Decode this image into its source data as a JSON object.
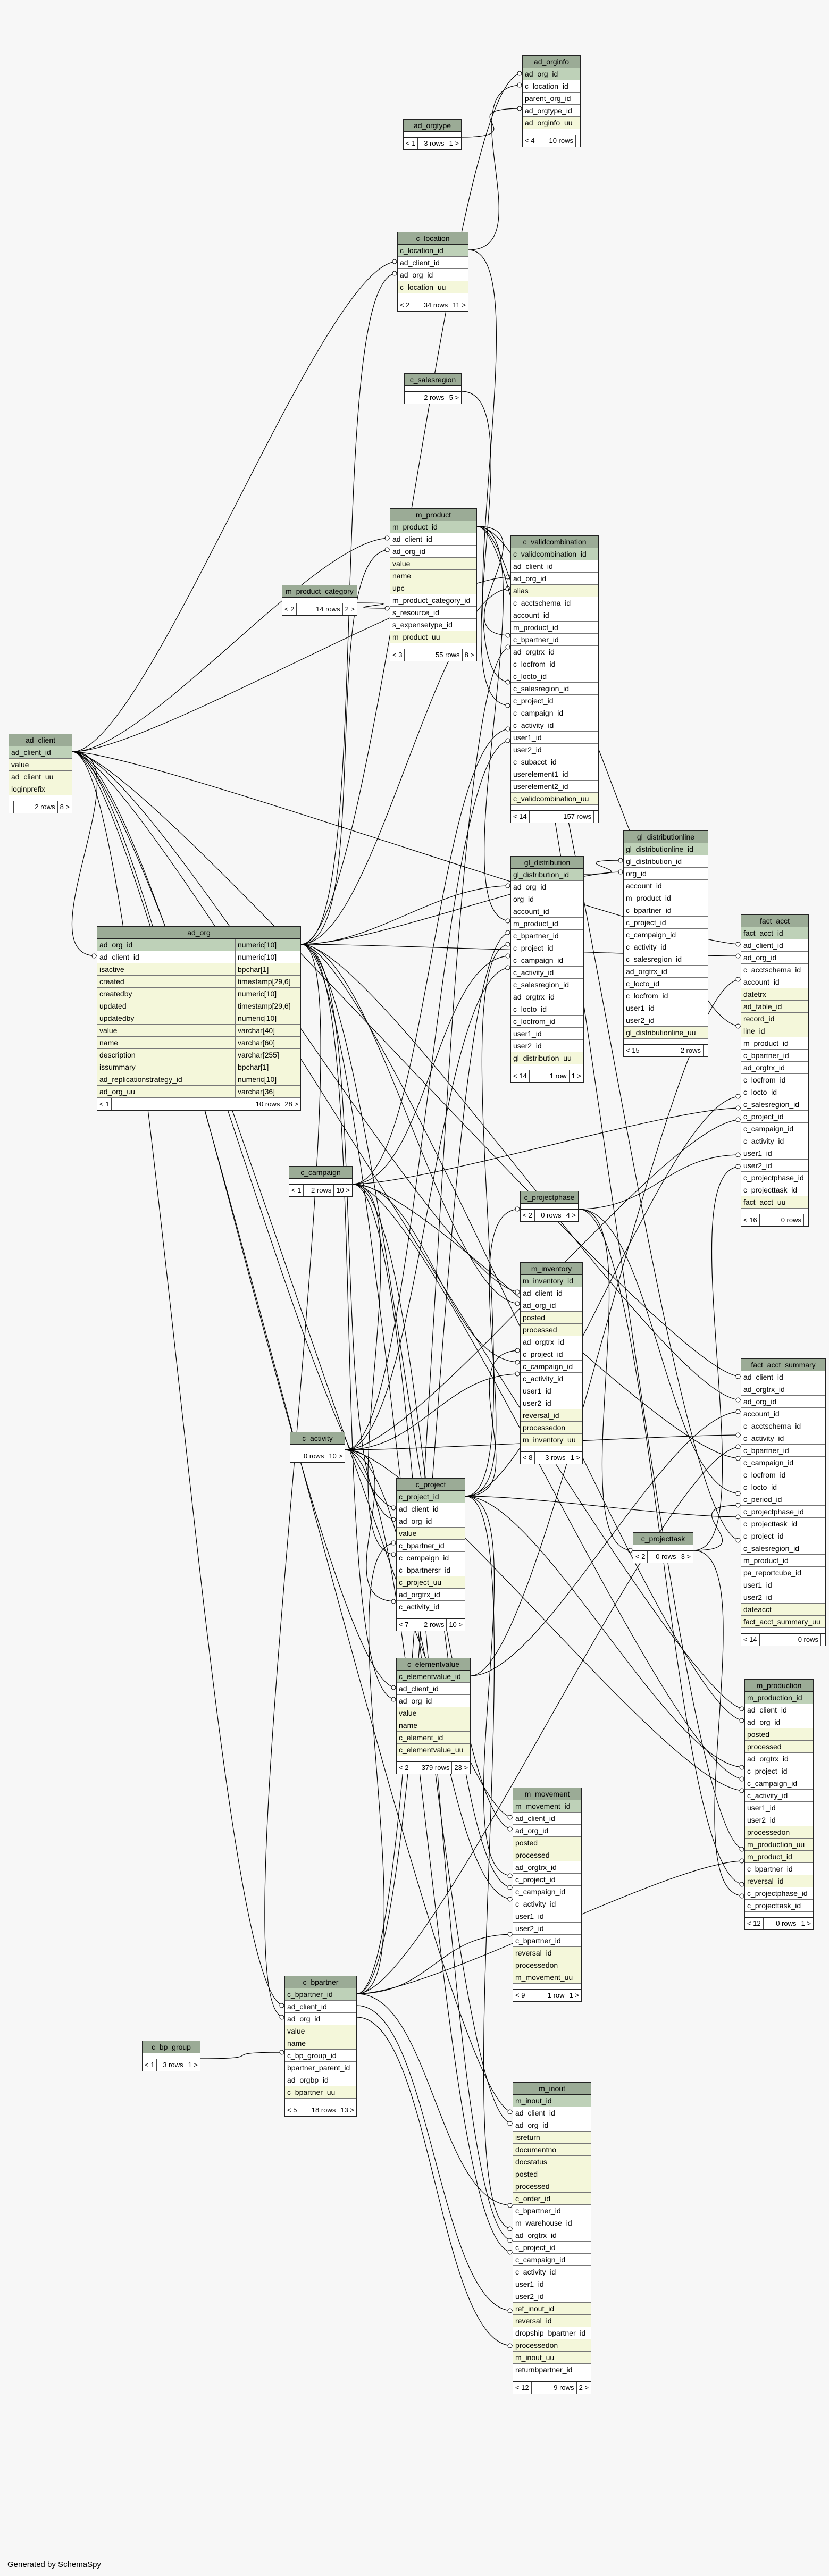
{
  "footer": "Generated by SchemaSpy",
  "tables": {
    "ad_orginfo": {
      "title": "ad_orginfo",
      "pk": [
        "ad_org_id"
      ],
      "fk": [
        "c_location_id",
        "parent_org_id",
        "ad_orgtype_id"
      ],
      "attr": [
        "ad_orginfo_uu"
      ],
      "footer": [
        "< 4",
        "10 rows",
        ""
      ]
    },
    "ad_orgtype": {
      "title": "ad_orgtype",
      "pk": [],
      "fk": [],
      "attr": [],
      "footer": [
        "< 1",
        "3 rows",
        "1 >"
      ]
    },
    "c_location": {
      "title": "c_location",
      "pk": [
        "c_location_id"
      ],
      "fk": [
        "ad_client_id",
        "ad_org_id"
      ],
      "attr": [
        "c_location_uu"
      ],
      "footer": [
        "< 2",
        "34 rows",
        "11 >"
      ]
    },
    "c_salesregion": {
      "title": "c_salesregion",
      "pk": [],
      "fk": [],
      "attr": [],
      "footer": [
        "",
        "2 rows",
        "5 >"
      ]
    },
    "m_product": {
      "title": "m_product",
      "pk": [
        "m_product_id"
      ],
      "fk": [
        "ad_client_id",
        "ad_org_id"
      ],
      "attr": [
        "value",
        "name",
        "upc"
      ],
      "fk2": [
        "m_product_category_id",
        "s_resource_id",
        "s_expensetype_id"
      ],
      "attr2": [
        "m_product_uu"
      ],
      "footer": [
        "< 3",
        "55 rows",
        "8 >"
      ]
    },
    "m_product_category": {
      "title": "m_product_category",
      "pk": [],
      "fk": [],
      "attr": [],
      "footer": [
        "< 2",
        "14 rows",
        "2 >"
      ]
    },
    "c_validcombination": {
      "title": "c_validcombination",
      "pk": [
        "c_validcombination_id"
      ],
      "fk": [
        "ad_client_id",
        "ad_org_id"
      ],
      "attr": [
        "alias"
      ],
      "fk2": [
        "c_acctschema_id",
        "account_id",
        "m_product_id",
        "c_bpartner_id",
        "ad_orgtrx_id",
        "c_locfrom_id",
        "c_locto_id",
        "c_salesregion_id",
        "c_project_id",
        "c_campaign_id",
        "c_activity_id",
        "user1_id",
        "user2_id",
        "c_subacct_id",
        "userelement1_id",
        "userelement2_id"
      ],
      "attr2": [
        "c_validcombination_uu"
      ],
      "footer": [
        "< 14",
        "157 rows",
        ""
      ]
    },
    "ad_client": {
      "title": "ad_client",
      "pk": [
        "ad_client_id"
      ],
      "fk": [],
      "attr": [
        "value",
        "ad_client_uu",
        "loginprefix"
      ],
      "footer": [
        "",
        "2 rows",
        "8 >"
      ]
    },
    "ad_org": {
      "title": "ad_org",
      "columns": [
        [
          "ad_org_id",
          "numeric[10]"
        ],
        [
          "ad_client_id",
          "numeric[10]"
        ],
        [
          "isactive",
          "bpchar[1]"
        ],
        [
          "created",
          "timestamp[29,6]"
        ],
        [
          "createdby",
          "numeric[10]"
        ],
        [
          "updated",
          "timestamp[29,6]"
        ],
        [
          "updatedby",
          "numeric[10]"
        ],
        [
          "value",
          "varchar[40]"
        ],
        [
          "name",
          "varchar[60]"
        ],
        [
          "description",
          "varchar[255]"
        ],
        [
          "issummary",
          "bpchar[1]"
        ],
        [
          "ad_replicationstrategy_id",
          "numeric[10]"
        ],
        [
          "ad_org_uu",
          "varchar[36]"
        ]
      ],
      "footer": [
        "< 1",
        "10 rows",
        "28 >"
      ]
    },
    "gl_distributionline": {
      "title": "gl_distributionline",
      "pk": [
        "gl_distributionline_id"
      ],
      "fk": [
        "gl_distribution_id",
        "org_id",
        "account_id",
        "m_product_id",
        "c_bpartner_id",
        "c_project_id",
        "c_campaign_id",
        "c_activity_id",
        "c_salesregion_id",
        "ad_orgtrx_id",
        "c_locto_id",
        "c_locfrom_id",
        "user1_id",
        "user2_id"
      ],
      "attr": [
        "gl_distributionline_uu"
      ],
      "footer": [
        "< 15",
        "2 rows",
        ""
      ]
    },
    "gl_distribution": {
      "title": "gl_distribution",
      "pk": [
        "gl_distribution_id"
      ],
      "fk": [
        "ad_org_id",
        "org_id",
        "account_id",
        "m_product_id",
        "c_bpartner_id",
        "c_project_id",
        "c_campaign_id",
        "c_activity_id",
        "c_salesregion_id",
        "ad_orgtrx_id",
        "c_locto_id",
        "c_locfrom_id",
        "user1_id",
        "user2_id"
      ],
      "attr": [
        "gl_distribution_uu"
      ],
      "footer": [
        "< 14",
        "1 row",
        "1 >"
      ]
    },
    "fact_acct": {
      "title": "fact_acct",
      "pk": [
        "fact_acct_id"
      ],
      "fk": [
        "ad_client_id",
        "ad_org_id",
        "c_acctschema_id",
        "account_id"
      ],
      "attr": [
        "datetrx",
        "ad_table_id",
        "record_id",
        "line_id"
      ],
      "fk2": [
        "m_product_id",
        "c_bpartner_id",
        "ad_orgtrx_id",
        "c_locfrom_id",
        "c_locto_id",
        "c_salesregion_id",
        "c_project_id",
        "c_campaign_id",
        "c_activity_id",
        "user1_id",
        "user2_id",
        "c_projectphase_id",
        "c_projecttask_id"
      ],
      "attr2": [
        "fact_acct_uu"
      ],
      "footer": [
        "< 16",
        "0 rows",
        ""
      ]
    },
    "c_campaign": {
      "title": "c_campaign",
      "pk": [],
      "fk": [],
      "attr": [],
      "footer": [
        "< 1",
        "2 rows",
        "10 >"
      ]
    },
    "c_projectphase": {
      "title": "c_projectphase",
      "pk": [],
      "fk": [],
      "attr": [],
      "footer": [
        "< 2",
        "0 rows",
        "4 >"
      ]
    },
    "m_inventory": {
      "title": "m_inventory",
      "pk": [
        "m_inventory_id"
      ],
      "fk": [
        "ad_client_id",
        "ad_org_id"
      ],
      "attr": [
        "posted",
        "processed"
      ],
      "fk2": [
        "ad_orgtrx_id",
        "c_project_id",
        "c_campaign_id",
        "c_activity_id",
        "user1_id",
        "user2_id"
      ],
      "attr2": [
        "reversal_id",
        "processedon",
        "m_inventory_uu"
      ],
      "footer": [
        "< 8",
        "3 rows",
        "1 >"
      ]
    },
    "fact_acct_summary": {
      "title": "fact_acct_summary",
      "pk": [],
      "fk": [
        "ad_client_id",
        "ad_orgtrx_id",
        "ad_org_id",
        "account_id",
        "c_acctschema_id",
        "c_activity_id",
        "c_bpartner_id",
        "c_campaign_id",
        "c_locfrom_id",
        "c_locto_id",
        "c_period_id",
        "c_projectphase_id",
        "c_projecttask_id",
        "c_project_id",
        "c_salesregion_id",
        "m_product_id",
        "pa_reportcube_id",
        "user1_id",
        "user2_id"
      ],
      "attr": [
        "dateacct",
        "fact_acct_summary_uu"
      ],
      "footer": [
        "< 14",
        "0 rows",
        ""
      ]
    },
    "c_activity": {
      "title": "c_activity",
      "pk": [],
      "fk": [],
      "attr": [],
      "footer": [
        "",
        "0 rows",
        "10 >"
      ]
    },
    "c_project": {
      "title": "c_project",
      "pk": [
        "c_project_id"
      ],
      "fk": [
        "ad_client_id",
        "ad_org_id"
      ],
      "attr": [
        "value"
      ],
      "fk2": [
        "c_bpartner_id",
        "c_campaign_id",
        "c_bpartnersr_id"
      ],
      "attr2": [
        "c_project_uu"
      ],
      "fk3": [
        "ad_orgtrx_id",
        "c_activity_id"
      ],
      "footer": [
        "< 7",
        "2 rows",
        "10 >"
      ]
    },
    "c_projecttask": {
      "title": "c_projecttask",
      "pk": [],
      "fk": [],
      "attr": [],
      "footer": [
        "< 2",
        "0 rows",
        "3 >"
      ]
    },
    "c_elementvalue": {
      "title": "c_elementvalue",
      "pk": [
        "c_elementvalue_id"
      ],
      "fk": [
        "ad_client_id",
        "ad_org_id"
      ],
      "attr": [
        "value",
        "name",
        "c_element_id",
        "c_elementvalue_uu"
      ],
      "footer": [
        "< 2",
        "379 rows",
        "23 >"
      ]
    },
    "m_production": {
      "title": "m_production",
      "pk": [
        "m_production_id"
      ],
      "fk": [
        "ad_client_id",
        "ad_org_id"
      ],
      "attr": [
        "posted",
        "processed"
      ],
      "fk2": [
        "ad_orgtrx_id",
        "c_project_id",
        "c_campaign_id",
        "c_activity_id",
        "user1_id",
        "user2_id"
      ],
      "attr2": [
        "processedon",
        "m_production_uu",
        "m_product_id"
      ],
      "fk3": [
        "c_bpartner_id"
      ],
      "attr3": [
        "reversal_id"
      ],
      "fk4": [
        "c_projectphase_id",
        "c_projecttask_id"
      ],
      "footer": [
        "< 12",
        "0 rows",
        "1 >"
      ]
    },
    "m_movement": {
      "title": "m_movement",
      "pk": [
        "m_movement_id"
      ],
      "fk": [
        "ad_client_id",
        "ad_org_id"
      ],
      "attr": [
        "posted",
        "processed"
      ],
      "fk2": [
        "ad_orgtrx_id",
        "c_project_id",
        "c_campaign_id",
        "c_activity_id",
        "user1_id",
        "user2_id",
        "c_bpartner_id"
      ],
      "attr2": [
        "reversal_id",
        "processedon",
        "m_movement_uu"
      ],
      "footer": [
        "< 9",
        "1 row",
        "1 >"
      ]
    },
    "c_bpartner": {
      "title": "c_bpartner",
      "pk": [
        "c_bpartner_id"
      ],
      "fk": [
        "ad_client_id",
        "ad_org_id"
      ],
      "attr": [
        "value",
        "name"
      ],
      "fk2": [
        "c_bp_group_id",
        "bpartner_parent_id",
        "ad_orgbp_id"
      ],
      "attr2": [
        "c_bpartner_uu"
      ],
      "footer": [
        "< 5",
        "18 rows",
        "13 >"
      ]
    },
    "c_bp_group": {
      "title": "c_bp_group",
      "pk": [],
      "fk": [],
      "attr": [],
      "footer": [
        "< 1",
        "3 rows",
        "1 >"
      ]
    },
    "m_inout": {
      "title": "m_inout",
      "pk": [
        "m_inout_id"
      ],
      "fk": [
        "ad_client_id",
        "ad_org_id"
      ],
      "attr": [
        "isreturn",
        "documentno",
        "docstatus",
        "posted",
        "processed",
        "c_order_id"
      ],
      "fk2": [
        "c_bpartner_id",
        "m_warehouse_id",
        "ad_orgtrx_id",
        "c_project_id",
        "c_campaign_id",
        "c_activity_id",
        "user1_id",
        "user2_id"
      ],
      "attr2": [
        "ref_inout_id",
        "reversal_id"
      ],
      "fk3": [
        "dropship_bpartner_id"
      ],
      "attr3": [
        "processedon",
        "m_inout_uu"
      ],
      "fk4": [
        "returnbpartner_id"
      ],
      "footer": [
        "< 12",
        "9 rows",
        "2 >"
      ]
    }
  }
}
